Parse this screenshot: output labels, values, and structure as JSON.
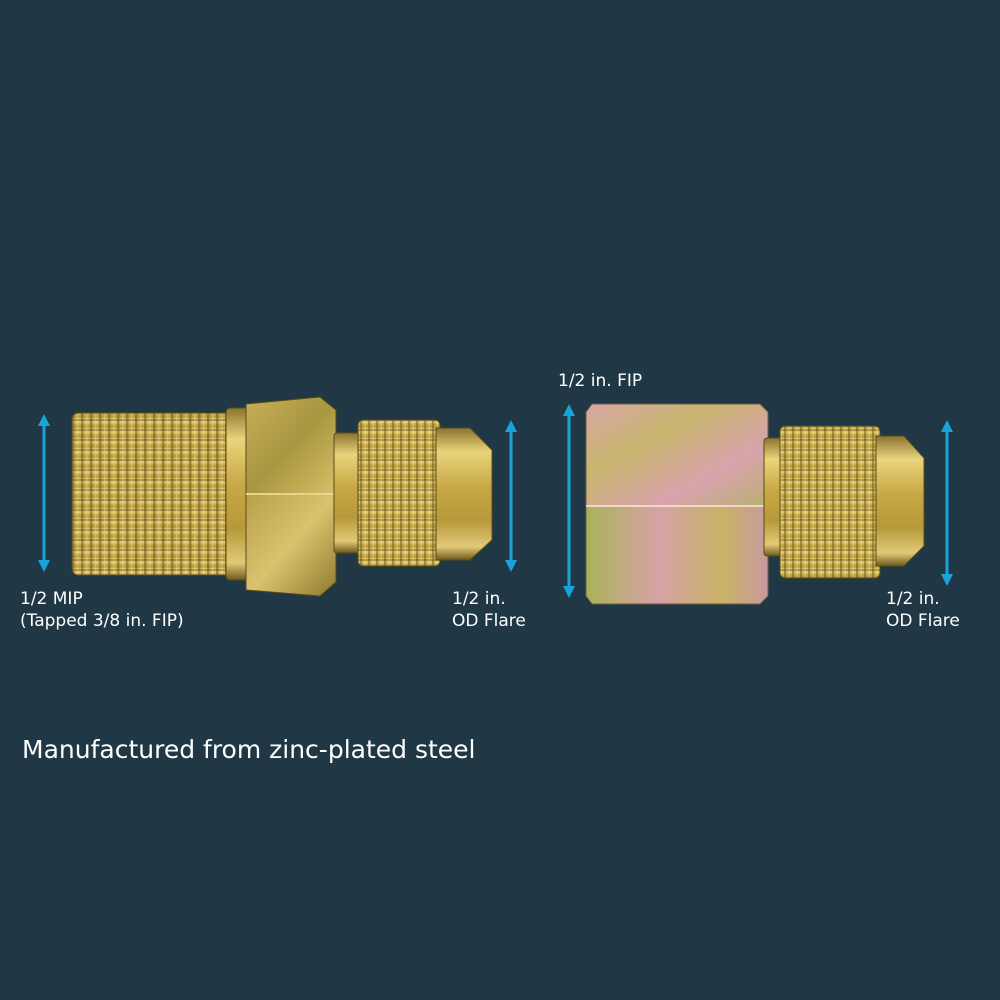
{
  "caption": "Manufactured from zinc-plated steel",
  "fitting_left": {
    "end_a_label_line1": "1/2 MIP",
    "end_a_label_line2": "(Tapped 3/8 in. FIP)",
    "end_b_label_line1": "1/2 in.",
    "end_b_label_line2": "OD Flare"
  },
  "fitting_right": {
    "end_a_label": "1/2 in. FIP",
    "end_b_label_line1": "1/2 in.",
    "end_b_label_line2": "OD Flare"
  },
  "colors": {
    "background": "#203845",
    "arrow": "#1aa3db",
    "brass_light": "#e7d27a",
    "brass_mid": "#c2a23e",
    "brass_dark": "#6e5a1f",
    "zinc_pink": "#d6a2a6",
    "zinc_green": "#a9b35a",
    "text": "#ffffff"
  }
}
